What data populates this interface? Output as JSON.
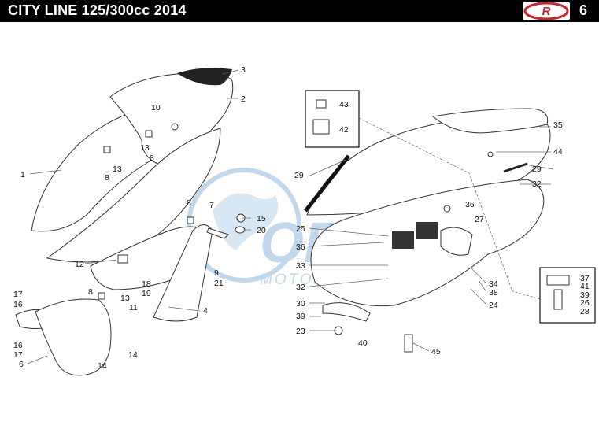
{
  "header": {
    "title": "CITY LINE 125/300cc  2014",
    "page_number": "6",
    "logo_letter": "R"
  },
  "watermark": {
    "brand": "OEM",
    "subtitle": "MOTORPARTS"
  },
  "labels": {
    "p1": "1",
    "p2": "2",
    "p3": "3",
    "p4": "4",
    "p6": "6",
    "p7": "7",
    "p8a": "8",
    "p8b": "8",
    "p8c": "8",
    "p8d": "8",
    "p9": "9",
    "p10": "10",
    "p11": "11",
    "p12": "12",
    "p13a": "13",
    "p13b": "13",
    "p13c": "13",
    "p14a": "14",
    "p14b": "14",
    "p15": "15",
    "p16a": "16",
    "p16b": "16",
    "p17a": "17",
    "p17b": "17",
    "p18": "18",
    "p19": "19",
    "p20": "20",
    "p21": "21",
    "p23": "23",
    "p24": "24",
    "p25": "25",
    "p26": "26",
    "p27": "27",
    "p28": "28",
    "p29a": "29",
    "p29b": "29",
    "p30": "30",
    "p32a": "32",
    "p32b": "32",
    "p33": "33",
    "p34": "34",
    "p35": "35",
    "p36a": "36",
    "p36b": "36",
    "p37": "37",
    "p38": "38",
    "p39a": "39",
    "p39b": "39",
    "p40": "40",
    "p41": "41",
    "p42": "42",
    "p43": "43",
    "p44": "44",
    "p45": "45"
  },
  "colors": {
    "header_bg": "#000000",
    "header_text": "#ffffff",
    "logo_red": "#d41f26",
    "watermark_blue": "#8fb9dd"
  }
}
